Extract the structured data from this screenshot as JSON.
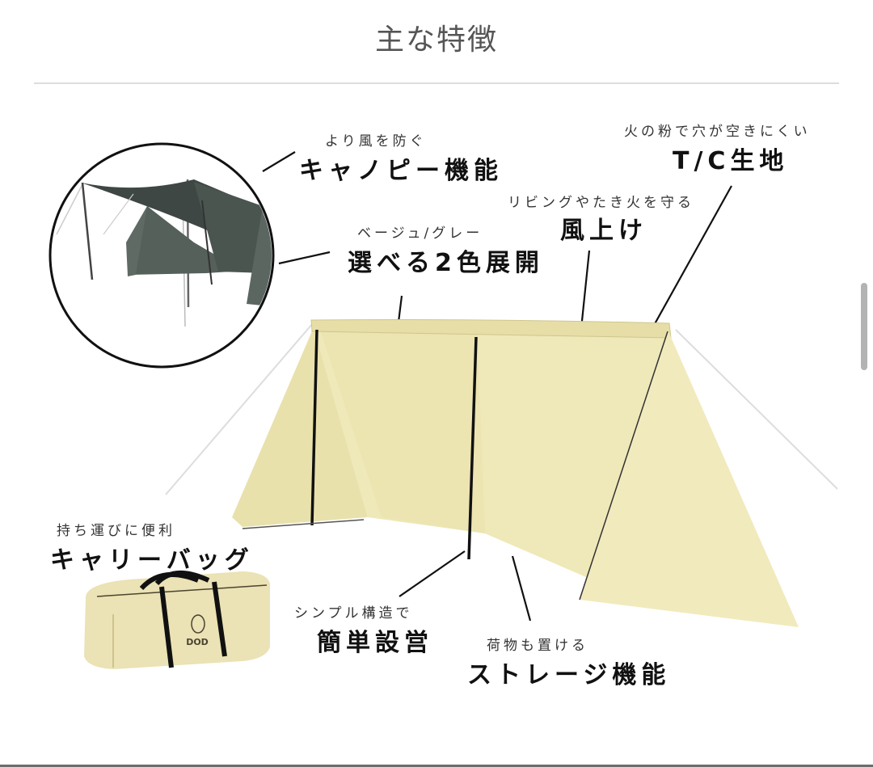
{
  "page": {
    "title": "主な特徴"
  },
  "features": [
    {
      "id": "canopy",
      "sub": "より風を防ぐ",
      "main": "キャノピー機能"
    },
    {
      "id": "tc-fabric",
      "sub": "火の粉で穴が空きにくい",
      "main": "T/C生地"
    },
    {
      "id": "windbreak",
      "sub": "リビングやたき火を守る",
      "main": "風上け"
    },
    {
      "id": "two-colors",
      "sub": "ベージュ/グレー",
      "main": "選べる2色展開"
    },
    {
      "id": "carry-bag",
      "sub": "持ち運びに便利",
      "main": "キャリーバッグ"
    },
    {
      "id": "easy-setup",
      "sub": "シンプル構造で",
      "main": "簡単設営"
    },
    {
      "id": "storage",
      "sub": "荷物も置ける",
      "main": "ストレージ機能"
    }
  ],
  "bag": {
    "logo_text": "DOD"
  },
  "colors": {
    "tent_beige": "#efe8b8",
    "tent_shadow": "#e3dba6",
    "canopy_gray": "#4f5a55",
    "canopy_dark": "#2e3633",
    "title_gray": "#555555"
  }
}
